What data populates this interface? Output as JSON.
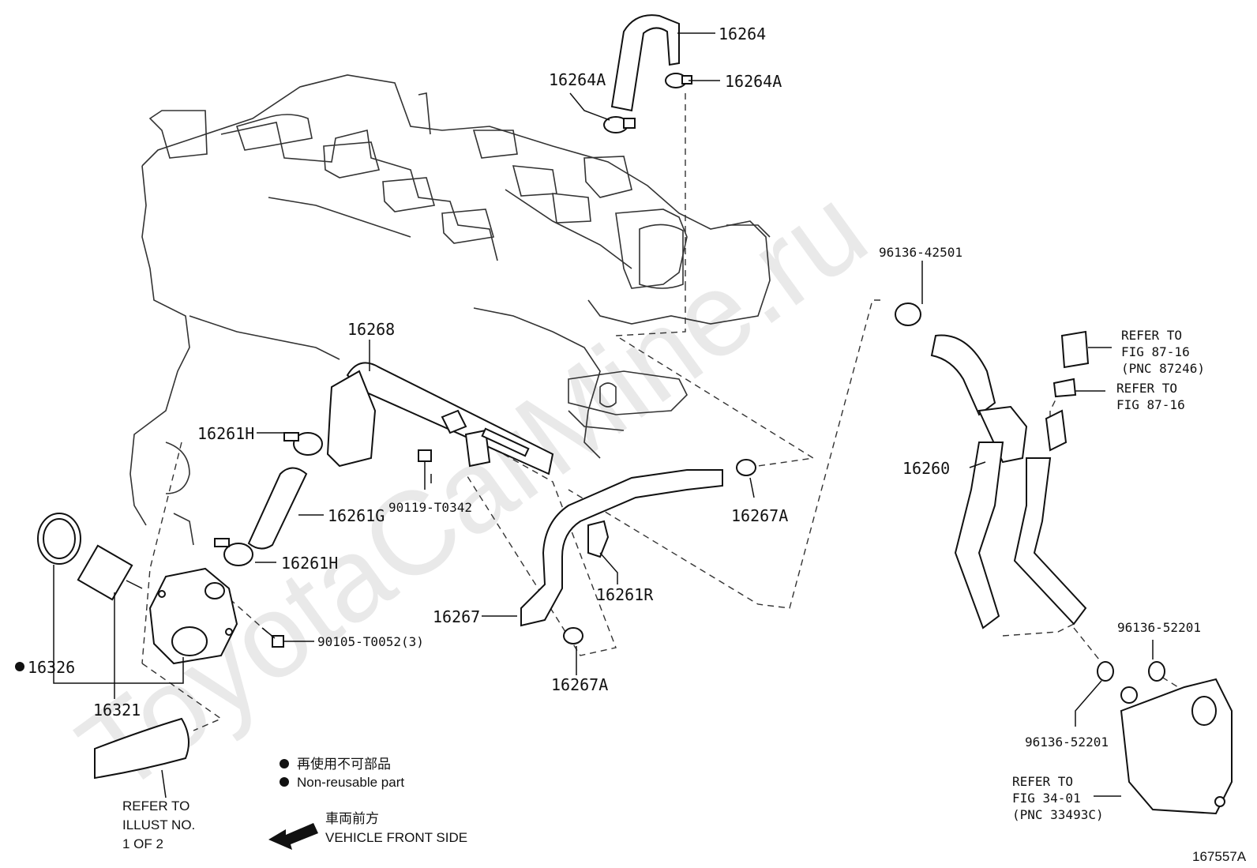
{
  "watermark": "ToyotaCarMine.ru",
  "figure_number": "167557A",
  "labels": {
    "p16264": "16264",
    "p16264A_left": "16264A",
    "p16264A_right": "16264A",
    "p96136_42501": "96136-42501",
    "refer_87_16_a_line1": "REFER TO",
    "refer_87_16_a_line2": "FIG 87-16",
    "refer_87_16_a_line3": "(PNC 87246)",
    "refer_87_16_b_line1": "REFER TO",
    "refer_87_16_b_line2": "FIG 87-16",
    "p16268": "16268",
    "p16261H_top": "16261H",
    "p16261G": "16261G",
    "p16261H_bottom": "16261H",
    "p90119_T0342": "90119-T0342",
    "p16267A_right": "16267A",
    "p16260": "16260",
    "p16261R": "16261R",
    "p16267": "16267",
    "p90105_T0052": "90105-T0052(3)",
    "p16326": "16326",
    "p16321": "16321",
    "p16267A_bottom": "16267A",
    "p96136_52201_right": "96136-52201",
    "p96136_52201_left": "96136-52201",
    "refer_34_01_line1": "REFER TO",
    "refer_34_01_line2": "FIG 34-01",
    "refer_34_01_line3": "(PNC 33493C)",
    "refer_illust_line1": "REFER TO",
    "refer_illust_line2": "ILLUST NO.",
    "refer_illust_line3": "1 OF 2"
  },
  "legend": {
    "non_reusable_jp": "再使用不可部品",
    "non_reusable_en": "Non-reusable part",
    "front_jp": "車両前方",
    "front_en": "VEHICLE FRONT SIDE"
  }
}
